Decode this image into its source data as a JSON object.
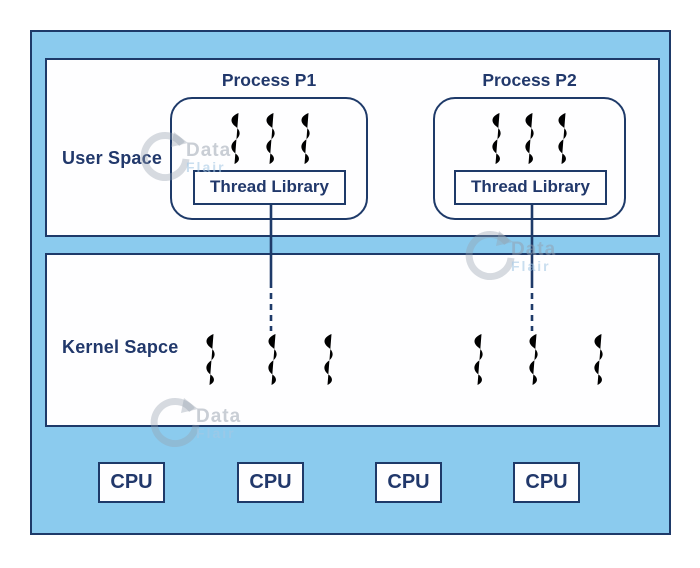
{
  "labels": {
    "user_space": "User Space",
    "kernel_space": "Kernel Sapce"
  },
  "processes": [
    {
      "title": "Process P1",
      "thread_library": "Thread Library",
      "thread_count": 3
    },
    {
      "title": "Process P2",
      "thread_library": "Thread Library",
      "thread_count": 3
    }
  ],
  "kernel_threads": {
    "left_group_count": 3,
    "right_group_count": 3
  },
  "cpus": [
    {
      "label": "CPU"
    },
    {
      "label": "CPU"
    },
    {
      "label": "CPU"
    },
    {
      "label": "CPU"
    }
  ],
  "watermark": {
    "line1": "Data",
    "line2": "Flair"
  },
  "colors": {
    "panel_blue": "#8BCBEE",
    "navy": "#1E3A69",
    "text_navy": "#21386B",
    "box_white": "#FEFEFF"
  }
}
